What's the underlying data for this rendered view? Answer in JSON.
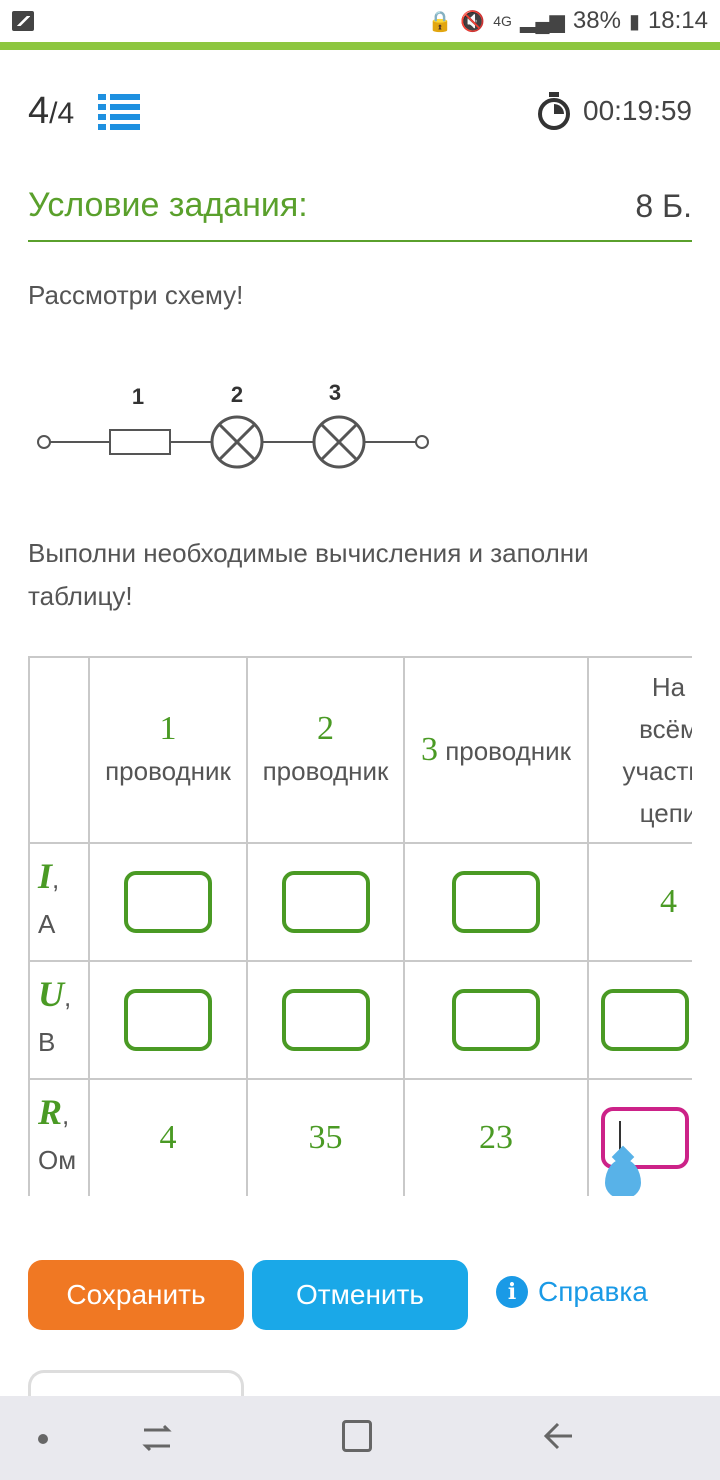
{
  "status_bar": {
    "network": "4G",
    "battery": "38%",
    "time": "18:14"
  },
  "header": {
    "counter_current": "4",
    "counter_total": "/4",
    "timer": "00:19:59"
  },
  "task": {
    "title": "Условие задания:",
    "points": "8 Б.",
    "text1": "Рассмотри схему!",
    "text2": "Выполни необходимые вычисления и заполни таблицу!",
    "circuit_labels": [
      "1",
      "2",
      "3"
    ]
  },
  "table": {
    "headers": [
      {
        "num": "1",
        "label": "проводник"
      },
      {
        "num": "2",
        "label": "проводник"
      },
      {
        "num": "3",
        "label": "проводник"
      },
      {
        "label": "На всём участке цепи"
      }
    ],
    "rows": [
      {
        "var": "I",
        "unit": "А",
        "values": [
          "",
          "",
          "",
          "4"
        ]
      },
      {
        "var": "U",
        "unit": "В",
        "values": [
          "",
          "",
          "",
          ""
        ]
      },
      {
        "var": "R",
        "unit": "Ом",
        "values": [
          "4",
          "35",
          "23",
          ""
        ]
      }
    ]
  },
  "buttons": {
    "save": "Сохранить",
    "cancel": "Отменить",
    "help": "Справка"
  },
  "colors": {
    "accent_green": "#5aa02c",
    "save_orange": "#f07823",
    "cancel_blue": "#1aa8e8",
    "active_input": "#cc2288"
  }
}
